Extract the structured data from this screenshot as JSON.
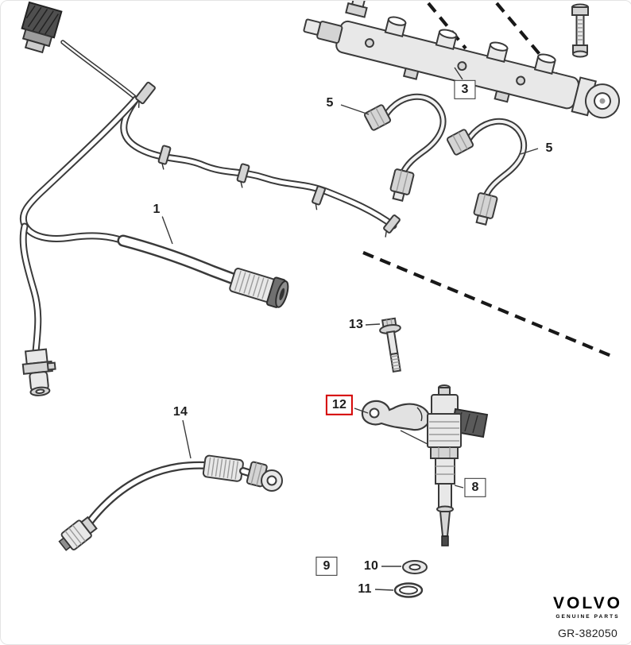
{
  "diagram": {
    "type": "exploded-parts-diagram",
    "highlight_color": "#d40000",
    "line_color": "#3a3a3a",
    "selected_callout": "12"
  },
  "callouts": [
    {
      "id": "1",
      "label": "1",
      "style": "plain"
    },
    {
      "id": "3",
      "label": "3",
      "style": "boxed"
    },
    {
      "id": "5a",
      "label": "5",
      "style": "plain"
    },
    {
      "id": "5b",
      "label": "5",
      "style": "plain"
    },
    {
      "id": "8",
      "label": "8",
      "style": "boxed"
    },
    {
      "id": "9",
      "label": "9",
      "style": "boxed"
    },
    {
      "id": "10",
      "label": "10",
      "style": "plain"
    },
    {
      "id": "11",
      "label": "11",
      "style": "plain"
    },
    {
      "id": "12",
      "label": "12",
      "style": "highlighted"
    },
    {
      "id": "13",
      "label": "13",
      "style": "plain"
    },
    {
      "id": "14",
      "label": "14",
      "style": "plain"
    }
  ],
  "branding": {
    "logo_text": "VOLVO",
    "logo_subtitle": "GENUINE PARTS",
    "reference_code": "GR-382050"
  }
}
